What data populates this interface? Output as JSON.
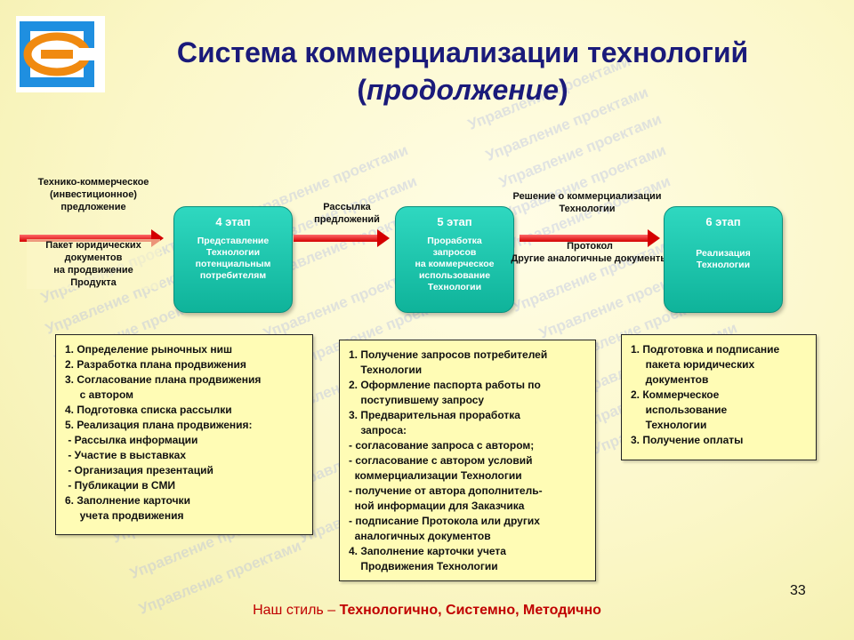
{
  "title": {
    "line1": "Система коммерциализации технологий",
    "line2_open": "(",
    "line2_text": "продолжение",
    "line2_close": ")"
  },
  "watermark": "Управление проектами",
  "labels": {
    "left_top": [
      "Технико-коммерческое",
      "(инвестиционное)",
      "предложение"
    ],
    "left_bottom": [
      "Пакет юридических",
      "документов",
      "на продвижение",
      "Продукта"
    ],
    "mid1": [
      "Рассылка",
      "предложений"
    ],
    "mid2_top": [
      "Решение о коммерциализации",
      "Технологии"
    ],
    "mid2_bottom": [
      "Протокол",
      "Другие аналогичные документы"
    ]
  },
  "stages": [
    {
      "title": "4 этап",
      "text": [
        "Представление",
        "Технологии",
        "потенциальным",
        "потребителям"
      ]
    },
    {
      "title": "5 этап",
      "text": [
        "Проработка",
        "запросов",
        "на коммерческое",
        "использование",
        "Технологии"
      ]
    },
    {
      "title": "6 этап",
      "text": [
        "Реализация",
        "Технологии"
      ]
    }
  ],
  "boxes": [
    {
      "lines": [
        "1. Определение рыночных ниш",
        "2. Разработка плана продвижения",
        "3. Согласование плана продвижения",
        "     с автором",
        "4. Подготовка списка рассылки",
        "5. Реализация плана продвижения:",
        " - Рассылка информации",
        " - Участие в выставках",
        " - Организация презентаций",
        " - Публикации в СМИ",
        "6. Заполнение карточки",
        "     учета продвижения"
      ]
    },
    {
      "lines": [
        "1. Получение запросов потребителей",
        "    Технологии",
        "2. Оформление паспорта работы по",
        "    поступившему запросу",
        "3. Предварительная проработка",
        "    запроса:",
        "- согласование запроса с автором;",
        "- согласование с автором условий",
        "  коммерциализации Технологии",
        "- получение от автора дополнитель-",
        "  ной информации для Заказчика",
        "- подписание Протокола или других",
        "  аналогичных документов",
        "4. Заполнение карточки учета",
        "    Продвижения Технологии"
      ]
    },
    {
      "lines": [
        "1. Подготовка и подписание",
        "     пакета юридических",
        "     документов",
        "2. Коммерческое",
        "     использование",
        "     Технологии",
        "3. Получение оплаты"
      ]
    }
  ],
  "page_number": "33",
  "footer": {
    "prefix": "Наш стиль – ",
    "bold": "Технологично, Системно, Методично"
  },
  "colors": {
    "title": "#1a1a7a",
    "stage": "#14c2a8",
    "arrow": "#d40000",
    "box": "#fffcb5",
    "footer": "#c00000"
  }
}
